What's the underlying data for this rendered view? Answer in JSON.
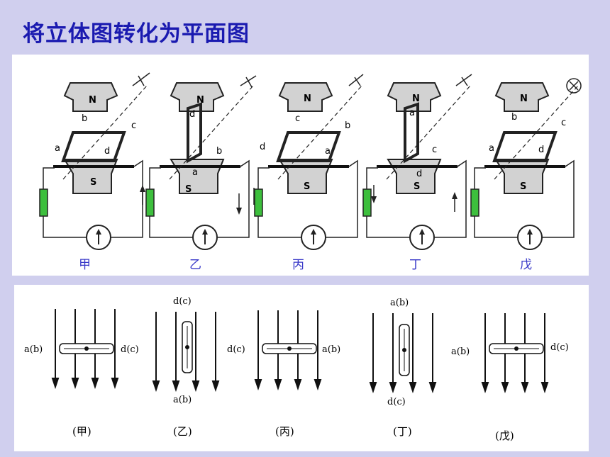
{
  "title": "将立体图转化为平面图",
  "top_panels": [
    {
      "caption": "甲",
      "labels": [
        "N",
        "S",
        "a",
        "b",
        "c",
        "d"
      ]
    },
    {
      "caption": "乙",
      "labels": [
        "N",
        "S",
        "d",
        "a",
        "b"
      ]
    },
    {
      "caption": "丙",
      "labels": [
        "N",
        "S",
        "c",
        "b",
        "d",
        "a"
      ]
    },
    {
      "caption": "丁",
      "labels": [
        "N",
        "S",
        "a",
        "d",
        "c"
      ]
    },
    {
      "caption": "戊",
      "labels": [
        "N",
        "S",
        "b",
        "c",
        "a",
        "d"
      ]
    }
  ],
  "bottom_panels": [
    {
      "caption": "(甲)",
      "left": "a(b)",
      "right": "d(c)",
      "top": "",
      "bottom": ""
    },
    {
      "caption": "(乙)",
      "left": "",
      "right": "",
      "top": "d(c)",
      "bottom": "a(b)"
    },
    {
      "caption": "(丙)",
      "left": "d(c)",
      "right": "a(b)",
      "top": "",
      "bottom": ""
    },
    {
      "caption": "(丁)",
      "left": "",
      "right": "",
      "top": "a(b)",
      "bottom": "d(c)"
    },
    {
      "caption": "(戊)",
      "left": "a(b)",
      "right": "d(c)",
      "top": "",
      "bottom": ""
    }
  ],
  "colors": {
    "title": "#1a1ab0",
    "background": "#d0cfee",
    "resistor": "#3dbf3d",
    "caption": "#3838c8"
  }
}
